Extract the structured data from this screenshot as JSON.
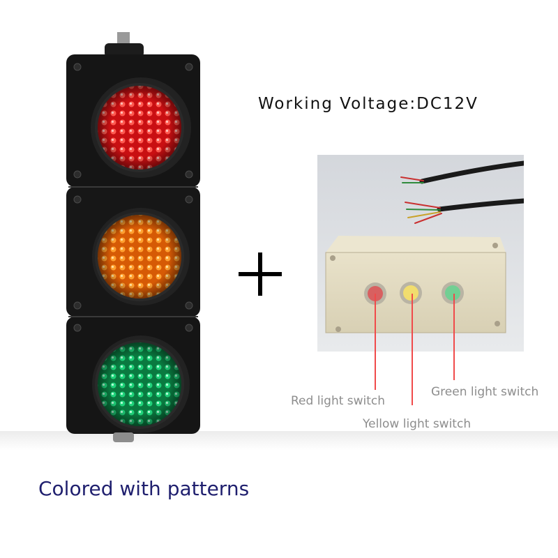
{
  "voltage_text": "Working Voltage:DC12V",
  "caption": "Colored with patterns",
  "switch_labels": {
    "red": "Red light switch",
    "yellow": "Yellow light switch",
    "green": "Green light switch"
  },
  "colors": {
    "red_lamp": "#e01818",
    "yellow_lamp": "#f07a10",
    "green_lamp": "#14a95a",
    "housing": "#141414",
    "caption": "#1f1f6e",
    "leader_line": "#f04a4a",
    "label_text": "#8d8d8d"
  }
}
